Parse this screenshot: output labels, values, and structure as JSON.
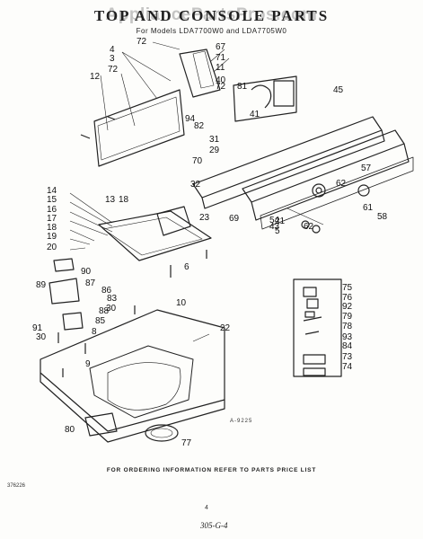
{
  "watermark": "AppliancePartsPros.com",
  "title": "TOP AND CONSOLE PARTS",
  "subtitle": "For Models LDA7700W0 and LDA7705W0",
  "figure_code": "A-9225",
  "footer": "FOR ORDERING INFORMATION REFER TO PARTS PRICE LIST",
  "page_number": "4",
  "corner_code": "376226",
  "handwritten_note": "305-G-4",
  "callouts": [
    "72",
    "4",
    "3",
    "72",
    "12",
    "67",
    "71",
    "11",
    "72",
    "40",
    "81",
    "45",
    "94",
    "82",
    "41",
    "31",
    "29",
    "70",
    "57",
    "62",
    "61",
    "58",
    "21",
    "5",
    "32",
    "23",
    "69",
    "54",
    "43",
    "62",
    "14",
    "15",
    "16",
    "17",
    "18",
    "19",
    "20",
    "13",
    "18",
    "90",
    "89",
    "87",
    "86",
    "83",
    "88",
    "85",
    "30",
    "6",
    "10",
    "91",
    "30",
    "8",
    "22",
    "9",
    "75",
    "76",
    "92",
    "79",
    "78",
    "93",
    "84",
    "73",
    "74",
    "80",
    "77"
  ]
}
